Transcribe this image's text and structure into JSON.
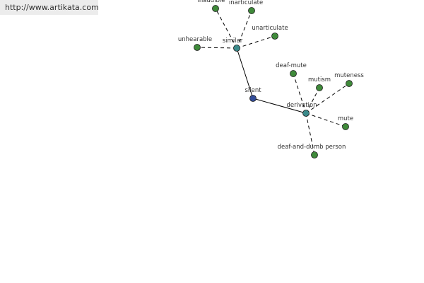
{
  "header": {
    "url": "http://www.artikata.com"
  },
  "colors": {
    "root_node": "#334d99",
    "hub_node": "#3a8a8a",
    "leaf_node": "#3f8a3a",
    "solid_edge": "#000000",
    "dashed_edge": "#000000"
  },
  "graph": {
    "nodes": [
      {
        "id": "silent",
        "label": "silent",
        "kind": "root"
      },
      {
        "id": "similar",
        "label": "similar",
        "kind": "hub"
      },
      {
        "id": "derivation",
        "label": "derivation",
        "kind": "hub"
      },
      {
        "id": "inaudible",
        "label": "inaudible",
        "kind": "leaf"
      },
      {
        "id": "inarticulate",
        "label": "inarticulate",
        "kind": "leaf"
      },
      {
        "id": "unarticulate",
        "label": "unarticulate",
        "kind": "leaf"
      },
      {
        "id": "unhearable",
        "label": "unhearable",
        "kind": "leaf"
      },
      {
        "id": "deaf-mute",
        "label": "deaf-mute",
        "kind": "leaf"
      },
      {
        "id": "mutism",
        "label": "mutism",
        "kind": "leaf"
      },
      {
        "id": "muteness",
        "label": "muteness",
        "kind": "leaf"
      },
      {
        "id": "mute",
        "label": "mute",
        "kind": "leaf"
      },
      {
        "id": "deaf-and-dumb-person",
        "label": "deaf-and-dumb person",
        "kind": "leaf"
      }
    ],
    "edges": [
      {
        "from": "silent",
        "to": "similar",
        "style": "solid"
      },
      {
        "from": "silent",
        "to": "derivation",
        "style": "solid"
      },
      {
        "from": "similar",
        "to": "inaudible",
        "style": "dashed"
      },
      {
        "from": "similar",
        "to": "inarticulate",
        "style": "dashed"
      },
      {
        "from": "similar",
        "to": "unarticulate",
        "style": "dashed"
      },
      {
        "from": "similar",
        "to": "unhearable",
        "style": "dashed"
      },
      {
        "from": "derivation",
        "to": "deaf-mute",
        "style": "dashed"
      },
      {
        "from": "derivation",
        "to": "mutism",
        "style": "dashed"
      },
      {
        "from": "derivation",
        "to": "muteness",
        "style": "dashed"
      },
      {
        "from": "derivation",
        "to": "mute",
        "style": "dashed"
      },
      {
        "from": "derivation",
        "to": "deaf-and-dumb-person",
        "style": "dashed"
      }
    ]
  }
}
